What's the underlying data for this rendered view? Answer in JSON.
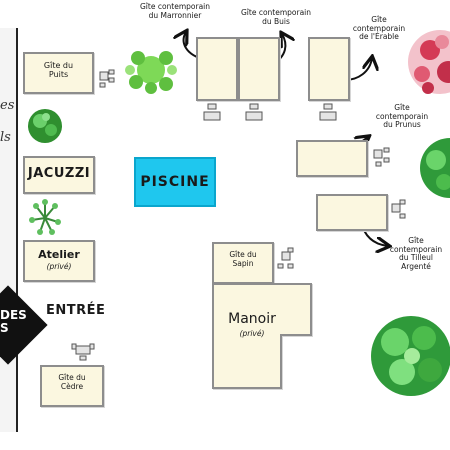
{
  "map": {
    "buildings": {
      "gite_puits": "Gîte du\nPuits",
      "jacuzzi": "JACUZZI",
      "piscine": "PISCINE",
      "atelier": "Atelier",
      "atelier_note": "(privé)",
      "entree": "ENTRÉE",
      "gite_cedre": "Gîte du\nCèdre",
      "gite_sapin": "Gîte du\nSapin",
      "manoir": "Manoir",
      "manoir_note": "(privé)"
    },
    "labels": {
      "marronnier": "Gîte contemporain\ndu Marronnier",
      "buis": "Gîte contemporain\ndu Buis",
      "erable": "Gîte\ncontemporain\nde l'Érable",
      "prunus": "Gîte\ncontemporain\ndu Prunus",
      "tilleul": "Gîte\ncontemporain\ndu Tilleul\nArgenté"
    },
    "left_panel": {
      "text_top": "es",
      "text_mid": "ls",
      "diamond_text": "DES\nS"
    },
    "colors": {
      "building_fill": "#fbf7e0",
      "building_border": "#8d8d8d",
      "pool": "#1fc7ee",
      "tree_green": "#3fae3f",
      "tree_red": "#d43a55"
    }
  }
}
